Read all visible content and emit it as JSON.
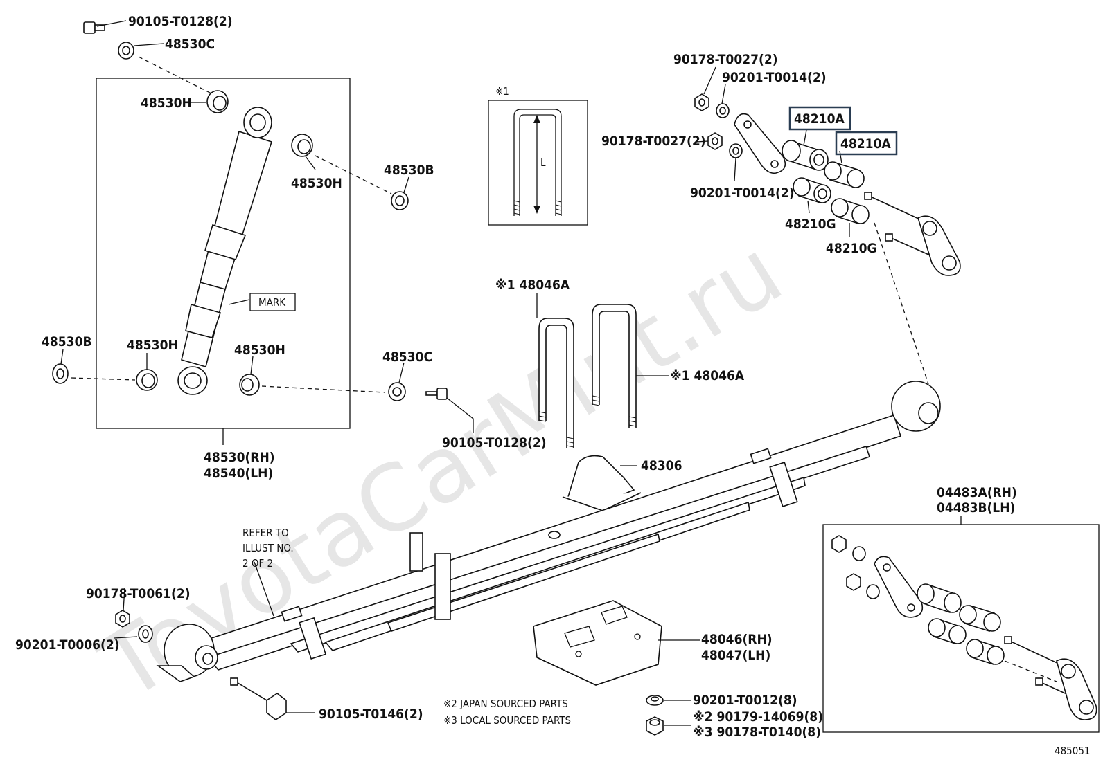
{
  "watermark": "ToyotaCarMint.ru",
  "figure_code": "485051",
  "labels": {
    "bolt_top": "90105-T0128(2)",
    "washer_top": "48530C",
    "bushing_h_top": "48530H",
    "bushing_h_mid": "48530H",
    "retainer_b_top": "48530B",
    "retainer_b_left": "48530B",
    "bushing_h_low1": "48530H",
    "bushing_h_low2": "48530H",
    "washer_c_mid": "48530C",
    "bolt_mid": "90105-T0128(2)",
    "shock_rh": "48530(RH)",
    "shock_lh": "48540(LH)",
    "mark": "MARK",
    "note1_mark": "※1",
    "dim_l": "L",
    "nut_a1": "90178-T0027(2)",
    "washer_a1": "90201-T0014(2)",
    "nut_a2": "90178-T0027(2)",
    "washer_a2": "90201-T0014(2)",
    "bush_a1": "48210A",
    "bush_a2": "48210A",
    "bush_g1": "48210G",
    "bush_g2": "48210G",
    "ubolt_1": "※1 48046A",
    "ubolt_2": "※1 48046A",
    "bumper": "48306",
    "kit_rh": "04483A(RH)",
    "kit_lh": "04483B(LH)",
    "refer_1": "REFER TO",
    "refer_2": "ILLUST NO.",
    "refer_3": "2 OF 2",
    "nut_b": "90178-T0061(2)",
    "washer_b": "90201-T0006(2)",
    "seat_rh": "48046(RH)",
    "seat_lh": "48047(LH)",
    "bolt_b": "90105-T0146(2)",
    "note2": "※2 JAPAN SOURCED PARTS",
    "note3": "※3 LOCAL SOURCED PARTS",
    "washer_c": "90201-T0012(8)",
    "nut_c2": "※2 90179-14069(8)",
    "nut_c3": "※3 90178-T0140(8)"
  },
  "highlight_color": "#2a3d52"
}
